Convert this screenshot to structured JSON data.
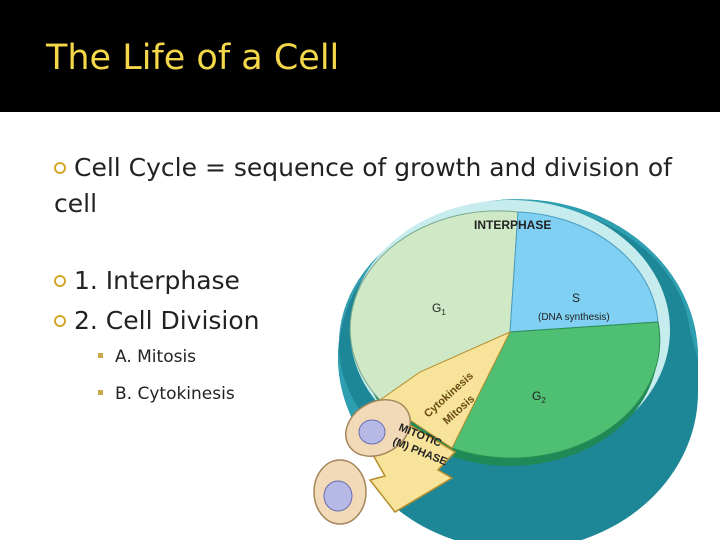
{
  "slide": {
    "title": "The Life of a Cell",
    "bullets": [
      "Cell Cycle = sequence of growth and division of cell",
      "1. Interphase",
      "2. Cell Division"
    ],
    "sub_bullets": [
      "A. Mitosis",
      "B. Cytokinesis"
    ]
  },
  "diagram": {
    "ring_label": "INTERPHASE",
    "g1": "G",
    "g1_sub": "1",
    "s": "S",
    "s_detail": "(DNA synthesis)",
    "g2": "G",
    "g2_sub": "2",
    "cytokinesis": "Cytokinesis",
    "mitosis": "Mitosis",
    "mitotic": "MITOTIC",
    "m_phase": "(M) PHASE"
  },
  "colors": {
    "title": "#f5d84a",
    "bullet": "#d4a82a",
    "ring_outer": "#2e9fb0",
    "ring_top": "#c7ecee",
    "g1": "#cfe8c6",
    "s": "#7fd0f2",
    "g2": "#4fbf74",
    "mitotic": "#f7e39a"
  }
}
